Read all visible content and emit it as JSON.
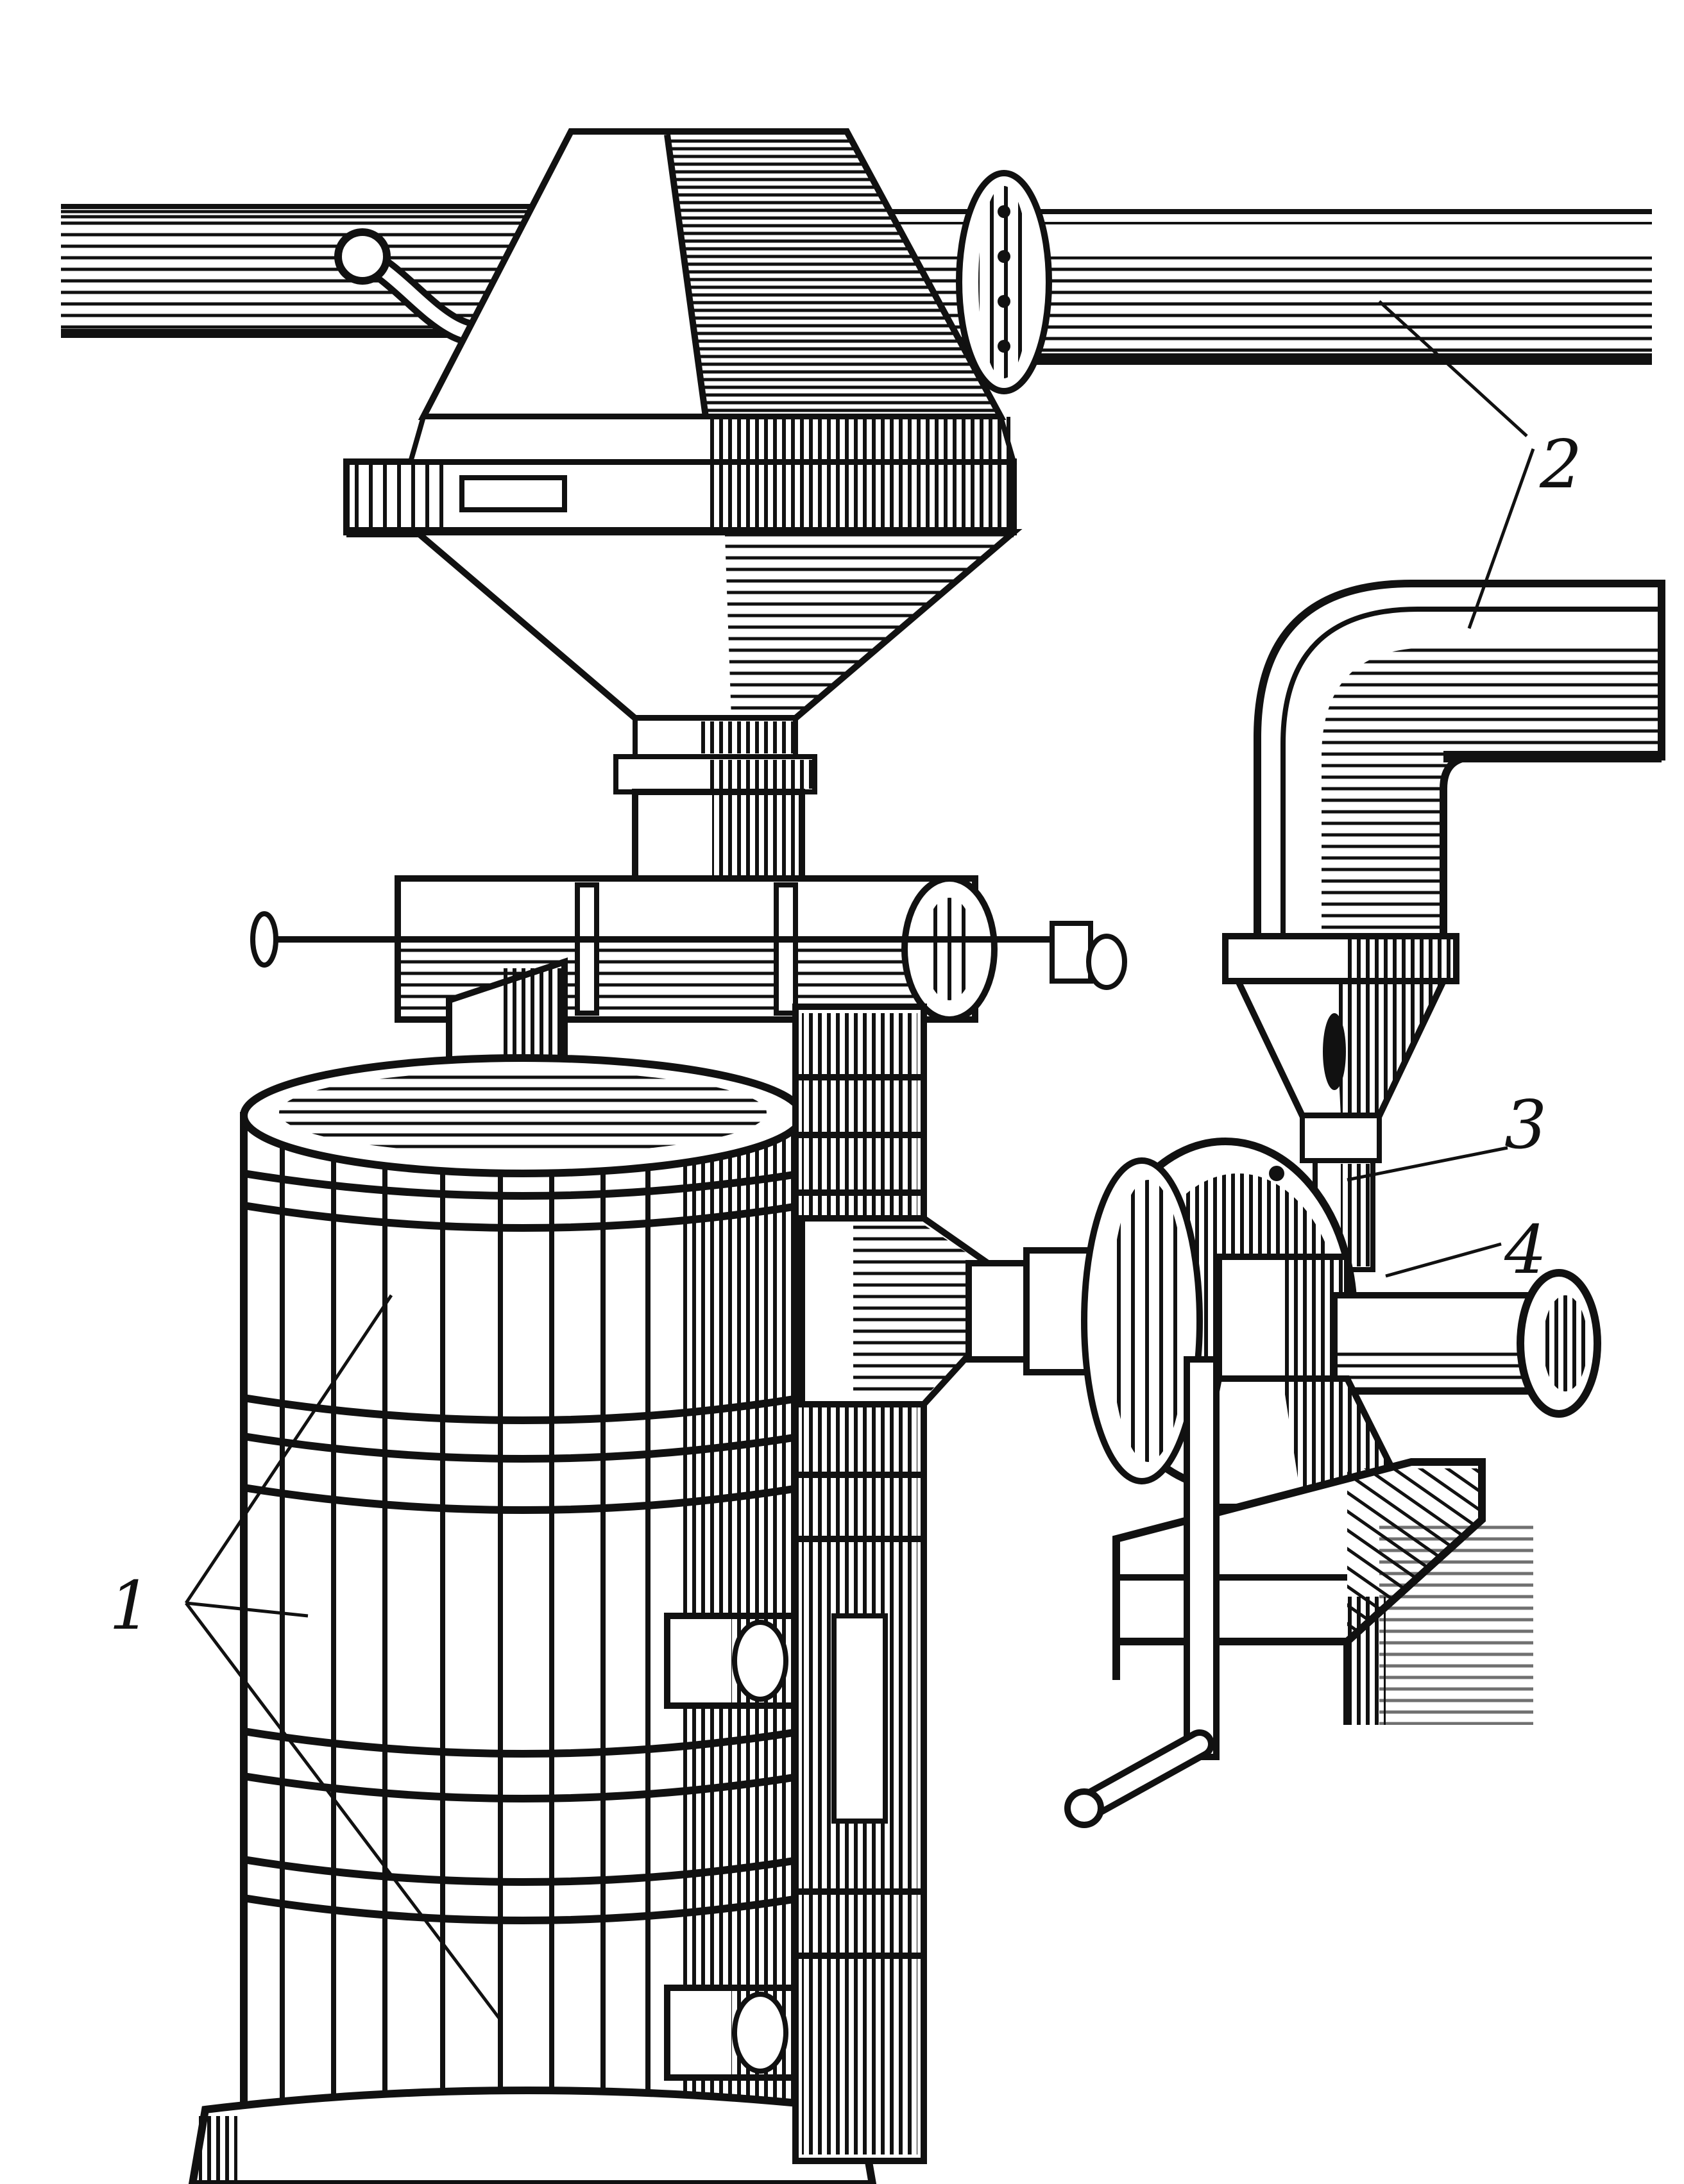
{
  "diagram": {
    "colors": {
      "ink": "#111111",
      "paper": "#ffffff"
    },
    "parts": [
      "pipe-upper-icon",
      "hopper-icon",
      "crank-handle-icon",
      "mixing-chamber-icon",
      "cylindrical-vessel-icon",
      "pipe-elbow-icon",
      "cone-funnel-icon",
      "fan-blower-icon",
      "outlet-flange-icon",
      "blower-base-icon",
      "fan-crank-handle-icon"
    ],
    "callouts": [
      {
        "label": "1"
      },
      {
        "label": "2"
      },
      {
        "label": "3"
      },
      {
        "label": "4"
      }
    ]
  }
}
